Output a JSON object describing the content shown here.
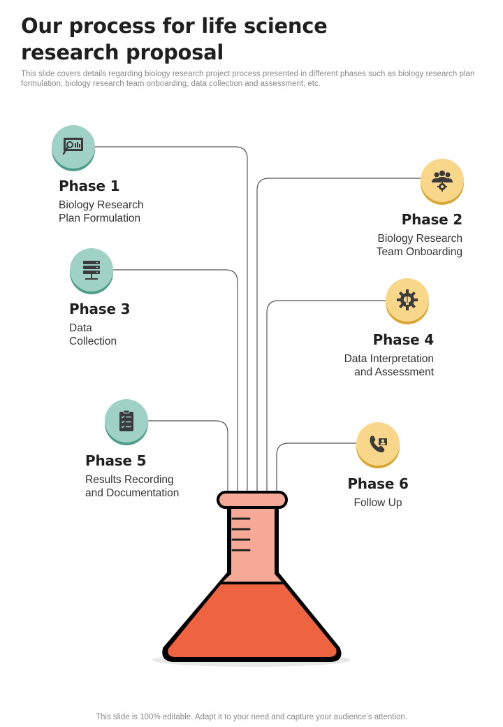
{
  "header": {
    "title_line1": "Our process for life science",
    "title_line2": "research proposal",
    "subtitle": "This slide covers details regarding biology research project process presented in different phases such as biology research plan formulation, biology research team onboarding, data collection and assessment, etc."
  },
  "phases": [
    {
      "title": "Phase 1",
      "line1": "Biology Research",
      "line2": "Plan Formulation",
      "icon": "presentation-analysis-icon"
    },
    {
      "title": "Phase 2",
      "line1": "Biology Research",
      "line2": "Team Onboarding",
      "icon": "team-gear-icon"
    },
    {
      "title": "Phase 3",
      "line1": "Data",
      "line2": "Collection",
      "icon": "server-icon"
    },
    {
      "title": "Phase 4",
      "line1": "Data Interpretation",
      "line2": "and Assessment",
      "icon": "brain-gear-icon"
    },
    {
      "title": "Phase 5",
      "line1": "Results Recording",
      "line2": "and Documentation",
      "icon": "clipboard-checklist-icon"
    },
    {
      "title": "Phase 6",
      "line1": "Follow Up",
      "line2": "",
      "icon": "phone-contact-icon"
    }
  ],
  "colors": {
    "teal": "#9fd1c6",
    "gold": "#f8d68a",
    "flask_light": "#f6a996",
    "flask_dark": "#ee6440"
  },
  "footer": {
    "text": "This slide is 100% editable. Adapt it to your need and capture your audience’s attention."
  }
}
